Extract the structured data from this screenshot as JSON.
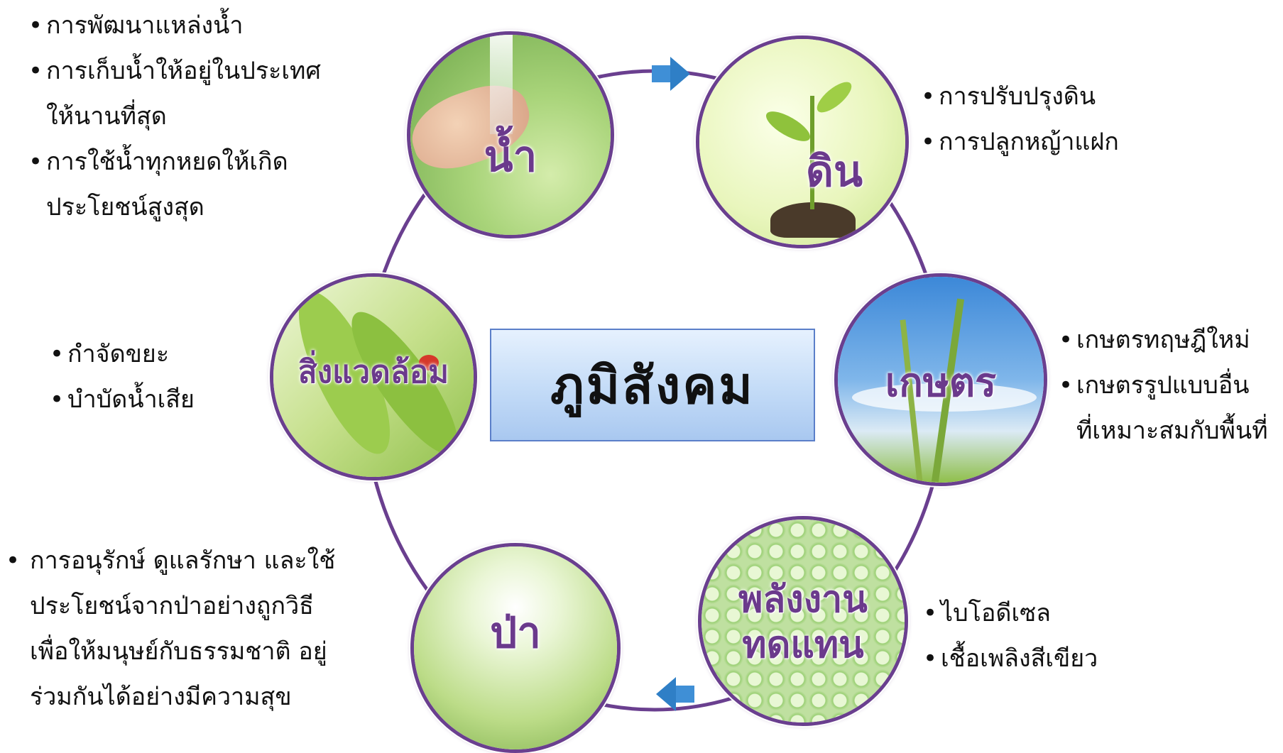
{
  "center": {
    "title": "ภูมิสังคม"
  },
  "colors": {
    "ring": "#6a3f8f",
    "label": "#6b3a8c",
    "arrow": "#3f8fd6",
    "box_border": "#5b7fc9"
  },
  "nodes": {
    "water": {
      "label": "น้ำ",
      "icon": "hands-water-photo"
    },
    "soil": {
      "label": "ดิน",
      "icon": "seedling-photo"
    },
    "agri": {
      "label": "เกษตร",
      "icon": "rice-sky-photo"
    },
    "energy": {
      "label_line1": "พลังงาน",
      "label_line2": "ทดแทน",
      "icon": "algae-cells-photo"
    },
    "forest": {
      "label": "ป่า",
      "icon": "forest-canopy-photo"
    },
    "env": {
      "label": "สิ่งแวดล้อม",
      "icon": "leaves-ladybug-photo"
    }
  },
  "notes": {
    "water": {
      "b1": "การพัฒนาแหล่งน้ำ",
      "b2a": "การเก็บน้ำให้อยู่ในประเทศ",
      "b2b": "ให้นานที่สุด",
      "b3a": "การใช้น้ำทุกหยดให้เกิด",
      "b3b": "ประโยชน์สูงสุด"
    },
    "soil": {
      "b1": "การปรับปรุงดิน",
      "b2": "การปลูกหญ้าแฝก"
    },
    "agri": {
      "b1": "เกษตรทฤษฎีใหม่",
      "b2a": "เกษตรรูปแบบอื่น",
      "b2b": "ที่เหมาะสมกับพื้นที่"
    },
    "env": {
      "b1": "กำจัดขยะ",
      "b2": "บำบัดน้ำเสีย"
    },
    "forest": {
      "l1": "การอนุรักษ์ ดูแลรักษา และใช้",
      "l2": "ประโยชน์จากป่าอย่างถูกวิธี",
      "l3": "เพื่อให้มนุษย์กับธรรมชาติ อยู่",
      "l4": "ร่วมกันได้อย่างมีความสุข"
    },
    "energy": {
      "b1": "ไบโอดีเซล",
      "b2": "เชื้อเพลิงสีเขียว"
    }
  }
}
